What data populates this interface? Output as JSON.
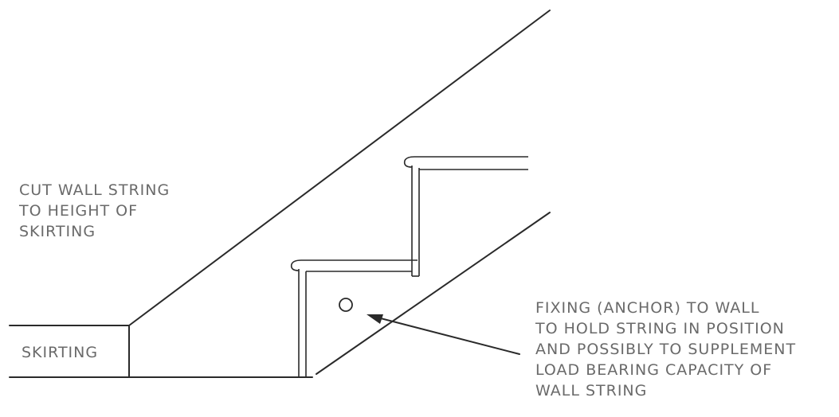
{
  "labels": {
    "cut_wall_string": [
      "CUT WALL STRING",
      "TO HEIGHT OF",
      "SKIRTING"
    ],
    "skirting": "SKIRTING",
    "fixing": [
      "FIXING (ANCHOR) TO WALL",
      "TO HOLD STRING IN POSITION",
      "AND POSSIBLY TO SUPPLEMENT",
      "LOAD BEARING CAPACITY OF",
      "WALL STRING"
    ]
  },
  "colors": {
    "line": "#2a2a2a",
    "text": "#6a6a6a",
    "background": "#ffffff"
  }
}
